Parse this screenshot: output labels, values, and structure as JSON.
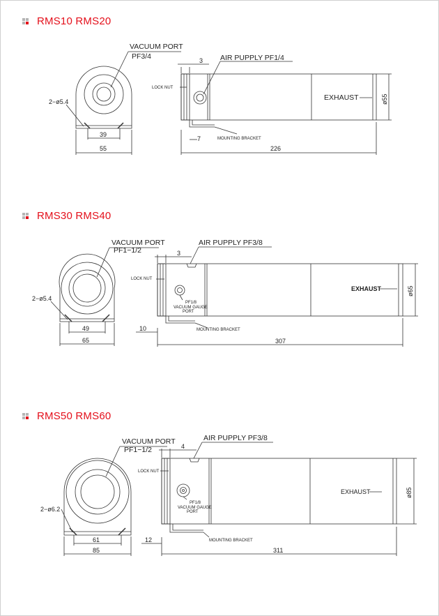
{
  "colors": {
    "title": "#e4101b",
    "bullet_red": "#e4101b",
    "bullet_gray": "#b5b5b5",
    "line": "#333333"
  },
  "sections": [
    {
      "title": "RMS10 RMS20",
      "vacuum_port": "VACUUM  PORT",
      "vacuum_size": "PF3/4",
      "air_supply": "AIR  PUPPLY  PF1/4",
      "hole_label": "2−ø5.4",
      "dim_inner": "39",
      "dim_outer": "55",
      "dim_top": "3",
      "dim_bracket": "7",
      "length": "226",
      "diameter": "ø55",
      "lock_nut": "LOCK  NUT",
      "exhaust": "EXHAUST",
      "mounting_bracket": "MOUNTING  BRACKET"
    },
    {
      "title": "RMS30 RMS40",
      "vacuum_port": "VACUUM  PORT",
      "vacuum_size": "PF1−1/2",
      "air_supply": "AIR  PUPPLY  PF3/8",
      "hole_label": "2−ø5.4",
      "dim_inner": "49",
      "dim_outer": "65",
      "dim_top": "3",
      "dim_bracket": "10",
      "length": "307",
      "diameter": "ø65",
      "lock_nut": "LOCK  NUT",
      "exhaust": "EXHAUST",
      "mounting_bracket": "MOUNTING  BRACKET",
      "gauge_size": "PF1/8",
      "gauge_port_1": "VACUUM  GAUGE",
      "gauge_port_2": "PORT"
    },
    {
      "title": "RMS50 RMS60",
      "vacuum_port": "VACUUM  PORT",
      "vacuum_size": "PF1−1/2",
      "air_supply": "AIR  PUPPLY  PF3/8",
      "hole_label": "2−ø6.2",
      "dim_inner": "61",
      "dim_outer": "85",
      "dim_top": "4",
      "dim_bracket": "12",
      "length": "311",
      "diameter": "ø85",
      "lock_nut": "LOCK  NUT",
      "exhaust": "EXHAUST",
      "mounting_bracket": "MOUNTING  BRACKET",
      "gauge_size": "PF1/8",
      "gauge_port_1": "VACUUM  GAUGE",
      "gauge_port_2": "PORT"
    }
  ]
}
